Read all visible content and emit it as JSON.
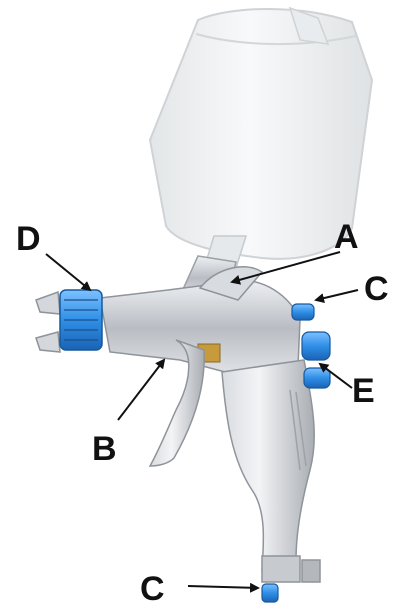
{
  "figure": {
    "labels": {
      "a": "A",
      "b": "B",
      "c_top": "C",
      "c_bottom": "C",
      "d": "D",
      "e": "E"
    }
  },
  "colors": {
    "accent_blue": "#2f8fe6",
    "cup": "#eef0f1",
    "metal": "#c9ccd1"
  }
}
